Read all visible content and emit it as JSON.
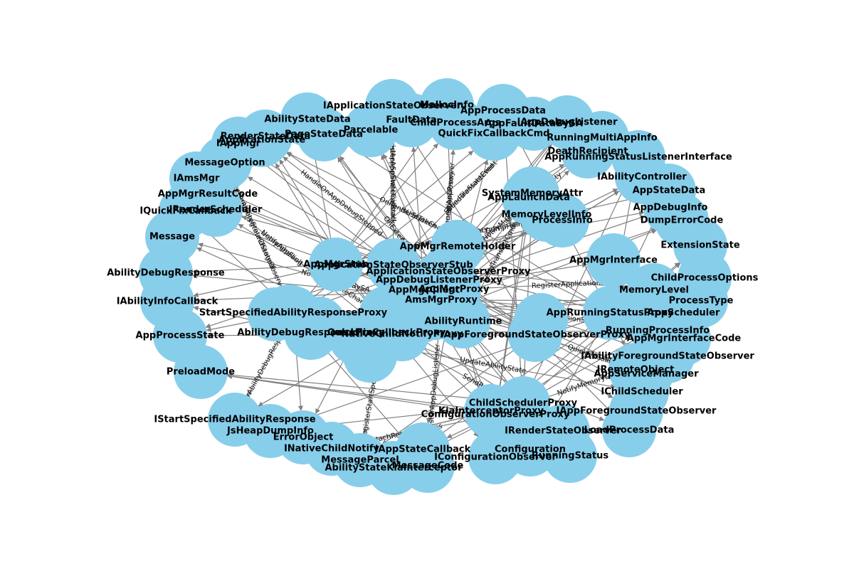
{
  "colors": {
    "node": "#87ceeb",
    "edge": "#808080",
    "label": "#000000",
    "background": "#ffffff"
  },
  "graph": {
    "nodes": [
      "AbilityStateData",
      "IApplicationStateObserver",
      "MallocInfo",
      "FaultData",
      "ChildProcessArgs",
      "AppProcessData",
      "AppFaultDataBySA",
      "IAppDebugListener",
      "RenderStateData",
      "PageStateData",
      "Parcelable",
      "ApplicationState",
      "IAppMgr",
      "QuickFixCallbackCmd",
      "RunningMultiAppInfo",
      "DeathRecipient",
      "AppRunningStatusListenerInterface",
      "MessageOption",
      "IAbilityController",
      "IAmsMgr",
      "SystemMemoryAttr",
      "AppLaunchData",
      "AppStateData",
      "AppMgrResultCode",
      "MemoryLevelInfo",
      "AppDebugInfo",
      "IQuickFixCallback",
      "IRenderScheduler",
      "ProcessInfo",
      "DumpErrorCode",
      "Message",
      "AppMgrRemoteHolder",
      "ExtensionState",
      "AppMgrStub",
      "ApplicationStateObserverStub",
      "ApplicationStateObserverProxy",
      "AppDebugListenerProxy",
      "ChildProcessOptions",
      "AbilityDebugResponse",
      "AppMgrProxy",
      "AppMgrClient",
      "MemoryLevel",
      "IAbilityInfoCallback",
      "StartSpecifiedAbilityResponseProxy",
      "AmsMgrProxy",
      "AppMgrInterface",
      "ProcessType",
      "AppRunningStatusProxy",
      "IAppScheduler",
      "AbilityRuntime",
      "AbilityDebugResponseProxy",
      "QuickFixCallbackProxy",
      "IAppForegroundStateObserverProxy",
      "AppProcessState",
      "NativeChildNotifyProxy",
      "RunningProcessInfo",
      "AppMgrInterfaceCode",
      "PreloadMode",
      "IAbilityForegroundStateObserver",
      "IRemoteObject",
      "AppServiceManager",
      "IChildScheduler",
      "ChildSchedulerProxy",
      "KiaInterceptorProxy",
      "IAppForegroundStateObserver",
      "ConfigurationObserverProxy",
      "IStartSpecifiedAbilityResponse",
      "JsHeapDumpInfo",
      "ErrorObject",
      "IRenderStateObserver",
      "LoadProcessData",
      "INativeChildNotify",
      "IAppStateCallback",
      "Configuration",
      "MessageParcel",
      "IConfigurationObserver",
      "RunningStatus",
      "MessageCode",
      "AbilityStateKiaInterceptor"
    ],
    "edge_labels": [
      "SendAppSpawnUninstall",
      "ConnectAppProxy",
      "SendTransactCmd",
      "OnExtensionStateChanged",
      "OnRenderStateChanged",
      "OnPageHide",
      "OnAbilityStateChanged",
      "NotifyAppFault",
      "DumpHeapMemory",
      "DumpJsHeapMemory",
      "StateChanged",
      "NotifyAppFaultBySA",
      "RegisterApplicationStateObserver",
      "None",
      "Marshalling",
      "UpdateExtensionState",
      "NotifyMemoryLevel",
      "QuickFixCallback",
      "RegisterAbilityDebugResponse",
      "SendRequest",
      "AttachRenderProcess",
      "RegisterStartSpecifiedAbilityResponse",
      "RegisterAppDebugListener",
      "HandleOnAppDebugStopped",
      "SendTransactCmd",
      "UpdateAbilityState",
      "RegisterAppStateCallback",
      "ConfigurationObserver",
      "ScheduleStateEvent",
      "AbilityToken",
      "IsUseToken",
      "NotifyMultiAppProcessAbility",
      "RegisterAppForegroundStateObserver",
      "Unmarshalling"
    ]
  }
}
